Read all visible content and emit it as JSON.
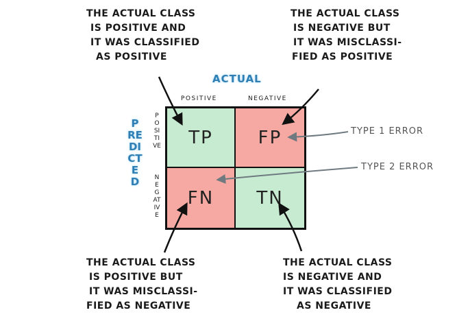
{
  "notes": {
    "tp": [
      "THE ACTUAL CLASS",
      "IS POSITIVE AND",
      "IT WAS CLASSIFIED",
      "AS POSITIVE"
    ],
    "fp": [
      "THE ACTUAL CLASS",
      "IS NEGATIVE BUT",
      "IT WAS MISCLASSI-",
      "FIED AS POSITIVE"
    ],
    "fn": [
      "THE ACTUAL CLASS",
      "IS POSITIVE BUT",
      "IT WAS MISCLASSI-",
      "FIED AS NEGATIVE"
    ],
    "tn": [
      "THE ACTUAL CLASS",
      "IS NEGATIVE AND",
      "IT WAS CLASSIFIED",
      "AS NEGATIVE"
    ]
  },
  "axes": {
    "actual": "ACTUAL",
    "predicted": "PREDICTED",
    "col_positive": "POSITIVE",
    "col_negative": "NEGATIVE",
    "row_positive": "POSITIVE",
    "row_negative": "NEGATIVE"
  },
  "cells": {
    "tp": "TP",
    "fp": "FP",
    "fn": "FN",
    "tn": "TN"
  },
  "errors": {
    "type1": "TYPE 1 ERROR",
    "type2": "TYPE 2 ERROR"
  },
  "colors": {
    "correct": "#c6ebd1",
    "incorrect": "#f6a9a2",
    "accent": "#2f7fb5",
    "arrow_gray": "#6e7a80"
  }
}
